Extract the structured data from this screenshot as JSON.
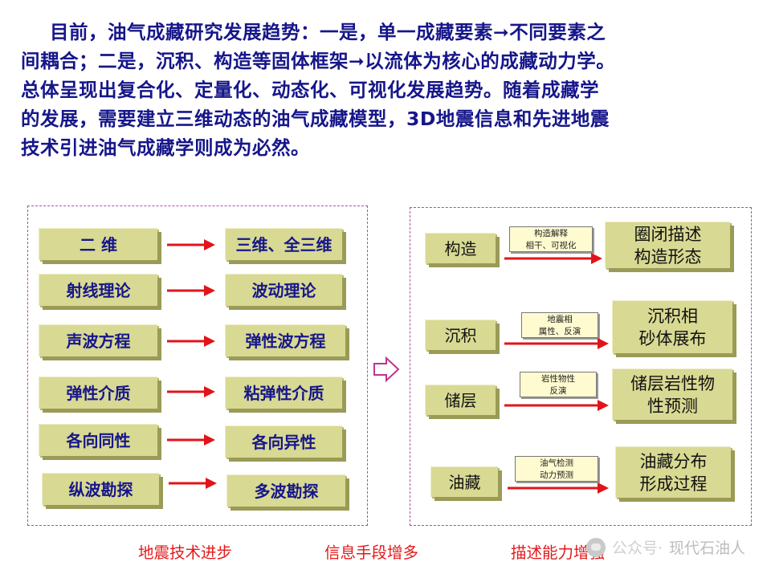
{
  "intro": {
    "line1": "目前，油气成藏研究发展趋势：一是，单一成藏要素➞不同要素之",
    "line2": "间耦合；二是，沉积、构造等固体框架➞以流体为核心的成藏动力学。",
    "line3": "总体呈现出复合化、定量化、动态化、可视化发展趋势。随着成藏学",
    "line4": "的发展，需要建立三维动态的油气成藏模型，3D地震信息和先进地震",
    "line5": "技术引进油气成藏学则成为必然。"
  },
  "left_rows": [
    {
      "from": "二  维",
      "to": "三维、全三维"
    },
    {
      "from": "射线理论",
      "to": "波动理论"
    },
    {
      "from": "声波方程",
      "to": "弹性波方程"
    },
    {
      "from": "弹性介质",
      "to": "粘弹性介质"
    },
    {
      "from": "各向同性",
      "to": "各向异性"
    },
    {
      "from": "纵波勘探",
      "to": "多波勘探"
    }
  ],
  "right_rows": [
    {
      "category": "构造",
      "method": "构造解释\n相干、可视化",
      "result": "圈闭描述\n构造形态"
    },
    {
      "category": "沉积",
      "method": "地震相\n属性、反演",
      "result": "沉积相\n砂体展布"
    },
    {
      "category": "储层",
      "method": "岩性物性\n反演",
      "result": "储层岩性物\n性预测"
    },
    {
      "category": "油藏",
      "method": "油气检测\n动力预测",
      "result": "油藏分布\n形成过程"
    }
  ],
  "captions": {
    "left": "地震技术进步",
    "middle": "信息手段增多",
    "right": "描述能力增强"
  },
  "watermark": {
    "prefix": "公众号·",
    "name": "现代石油人"
  },
  "colors": {
    "intro_text": "#16168a",
    "box_face": "#d8d993",
    "box_shadow": "#9a9b56",
    "arrow_red": "#e0141a",
    "panel_border": "#b04aa8",
    "caption_red": "#e21a1a",
    "note_bg": "#fffbd0"
  },
  "icons": {
    "transition_arrow": "open-right-arrow-icon",
    "row_arrow": "red-right-arrow-icon"
  }
}
